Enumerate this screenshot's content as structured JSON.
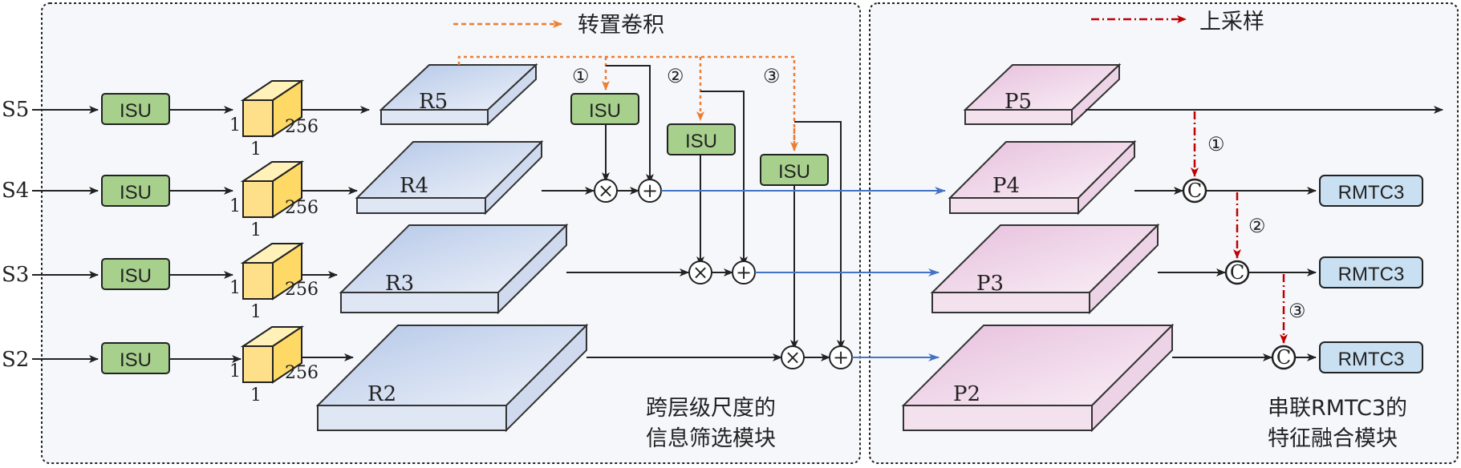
{
  "legend": {
    "transposed_conv": "转置卷积",
    "upsample": "上采样"
  },
  "inputs": [
    "S5",
    "S4",
    "S3",
    "S2"
  ],
  "isu_label": "ISU",
  "cube_dims": {
    "dim_a": "1",
    "dim_b": "256",
    "dim_c": "1"
  },
  "r_layers": [
    "R5",
    "R4",
    "R3",
    "R2"
  ],
  "p_layers": [
    "P5",
    "P4",
    "P3",
    "P2"
  ],
  "rmtc_label": "RMTC3",
  "steps": [
    "①",
    "②",
    "③"
  ],
  "ops": {
    "multiply": "×",
    "add": "+",
    "concat": "C"
  },
  "modules": {
    "left": {
      "line1": "跨层级尺度的",
      "line2": "信息筛选模块"
    },
    "right": {
      "line1": "串联RMTC3的",
      "line2": "特征融合模块"
    }
  },
  "colors": {
    "isu_fill": "#a8d08d",
    "cube_fill": "#ffe08a",
    "r_fill": "#b4c7e7",
    "p_fill": "#e6bfdc",
    "rmtc_fill": "#c9dff2",
    "blue_arrow": "#4472c4",
    "orange_arrow": "#ed7d31",
    "red_arrow": "#c00000",
    "panel_bg": "#f5f7fb"
  }
}
